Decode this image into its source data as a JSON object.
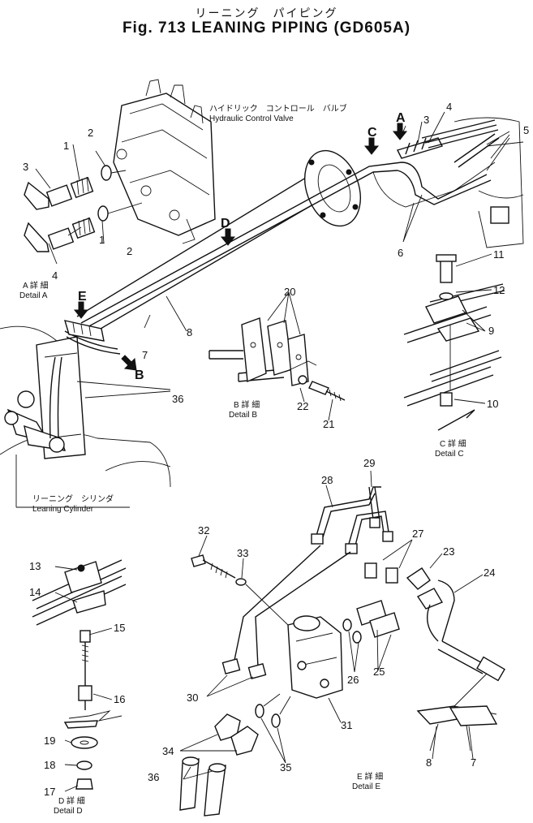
{
  "title": {
    "japanese": "リーニング　パイピング",
    "english": "Fig. 713  LEANING  PIPING (GD605A)"
  },
  "captions": {
    "hydraulic_valve_jp": "ハイドリック　コントロール　バルブ",
    "hydraulic_valve_en": "Hydraulic  Control  Valve",
    "leaning_cylinder_jp": "リーニング　シリンダ",
    "leaning_cylinder_en": "Leaning  Cylinder",
    "detail_a_jp": "A 詳 細",
    "detail_a_en": "Detail  A",
    "detail_b_jp": "B 詳 細",
    "detail_b_en": "Detail  B",
    "detail_c_jp": "C 詳 細",
    "detail_c_en": "Detail  C",
    "detail_d_jp": "D 詳 細",
    "detail_d_en": "Detail  D",
    "detail_e_jp": "E 詳 細",
    "detail_e_en": "Detail  E"
  },
  "view_arrows": [
    "A",
    "B",
    "C",
    "D",
    "E"
  ],
  "part_numbers": {
    "a_1a": "1",
    "a_1b": "1",
    "a_2a": "2",
    "a_2b": "2",
    "a_3": "3",
    "a_4": "4",
    "top_3": "3",
    "top_4": "4",
    "top_5": "5",
    "top_6": "6",
    "main_7": "7",
    "main_8": "8",
    "main_36": "36",
    "c_9": "9",
    "c_10": "10",
    "c_11": "11",
    "c_12": "12",
    "b_20": "20",
    "b_21": "21",
    "b_22": "22",
    "d_13": "13",
    "d_14": "14",
    "d_15": "15",
    "d_16": "16",
    "d_17": "17",
    "d_18": "18",
    "d_19": "19",
    "e_23": "23",
    "e_24": "24",
    "e_25": "25",
    "e_26": "26",
    "e_27": "27",
    "e_28": "28",
    "e_29": "29",
    "e_30": "30",
    "e_31": "31",
    "e_32": "32",
    "e_33": "33",
    "e_34": "34",
    "e_35": "35",
    "e_36": "36",
    "e_7": "7",
    "e_8": "8"
  }
}
